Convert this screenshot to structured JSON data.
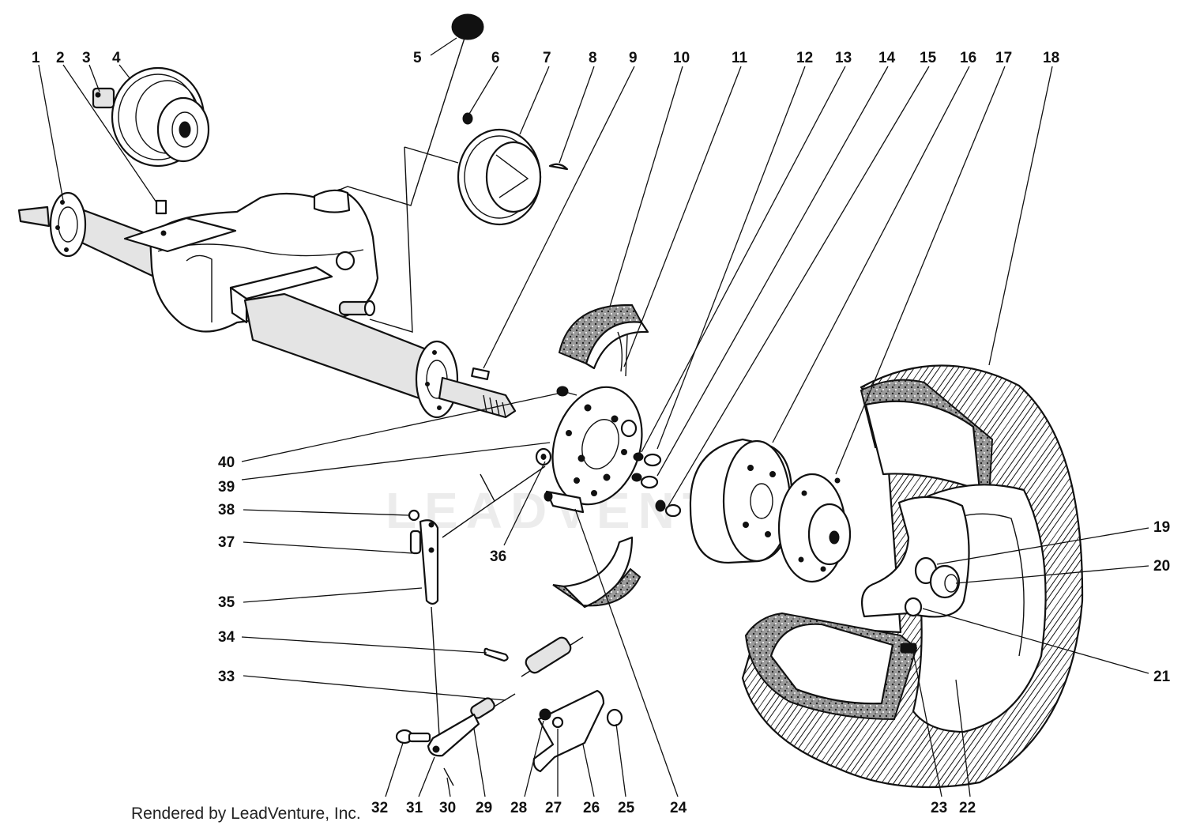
{
  "diagram": {
    "callouts": [
      "1",
      "2",
      "3",
      "4",
      "5",
      "6",
      "7",
      "8",
      "9",
      "10",
      "11",
      "12",
      "13",
      "14",
      "15",
      "16",
      "17",
      "18",
      "19",
      "20",
      "21",
      "22",
      "23",
      "24",
      "25",
      "26",
      "27",
      "28",
      "29",
      "30",
      "31",
      "32",
      "33",
      "34",
      "35",
      "36",
      "37",
      "38",
      "39",
      "40"
    ]
  },
  "watermark": "LEADVENTURE",
  "credit": "Rendered by LeadVenture, Inc."
}
